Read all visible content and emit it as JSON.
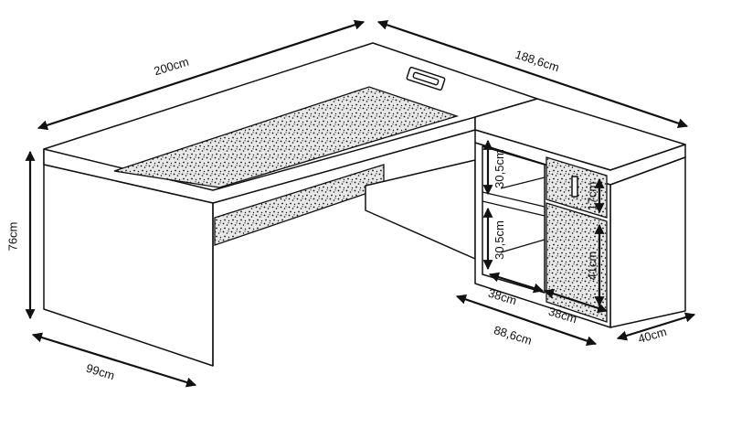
{
  "dimensions": {
    "desk_width": "200cm",
    "return_length": "188,6cm",
    "height": "76cm",
    "desk_depth": "99cm",
    "cabinet_width": "88,6cm",
    "cabinet_depth": "40cm",
    "shelf_width_1": "38cm",
    "shelf_width_2": "38cm",
    "shelf_height_1": "30,5cm",
    "shelf_height_2": "30,5cm",
    "drawer_height_1": "17cm",
    "drawer_height_2": "41cm"
  }
}
